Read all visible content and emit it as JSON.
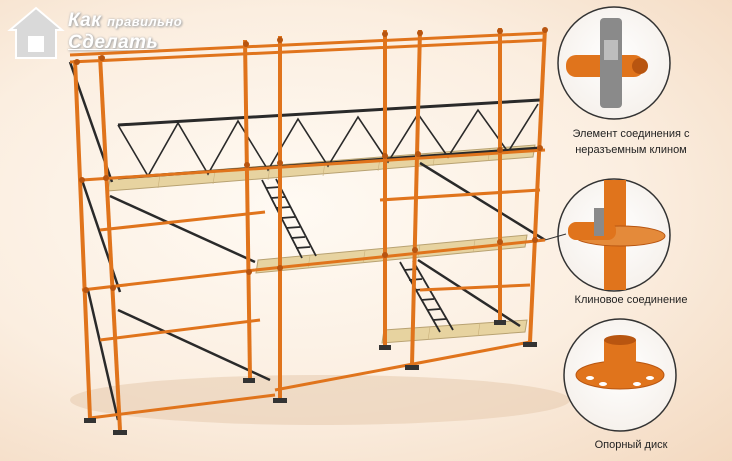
{
  "logo": {
    "line1": "Как",
    "line1_small": "правильно",
    "line2": "Сделать"
  },
  "callouts": [
    {
      "label": "Элемент соединения с неразъемным клином"
    },
    {
      "label": "Клиновое соединение"
    },
    {
      "label": "Опорный диск"
    }
  ],
  "colors": {
    "pipe": "#e0741c",
    "pipe_dark": "#b85510",
    "deck": "#e7d3a0",
    "truss": "#2a2a2a",
    "bg": "#fbeee0"
  }
}
